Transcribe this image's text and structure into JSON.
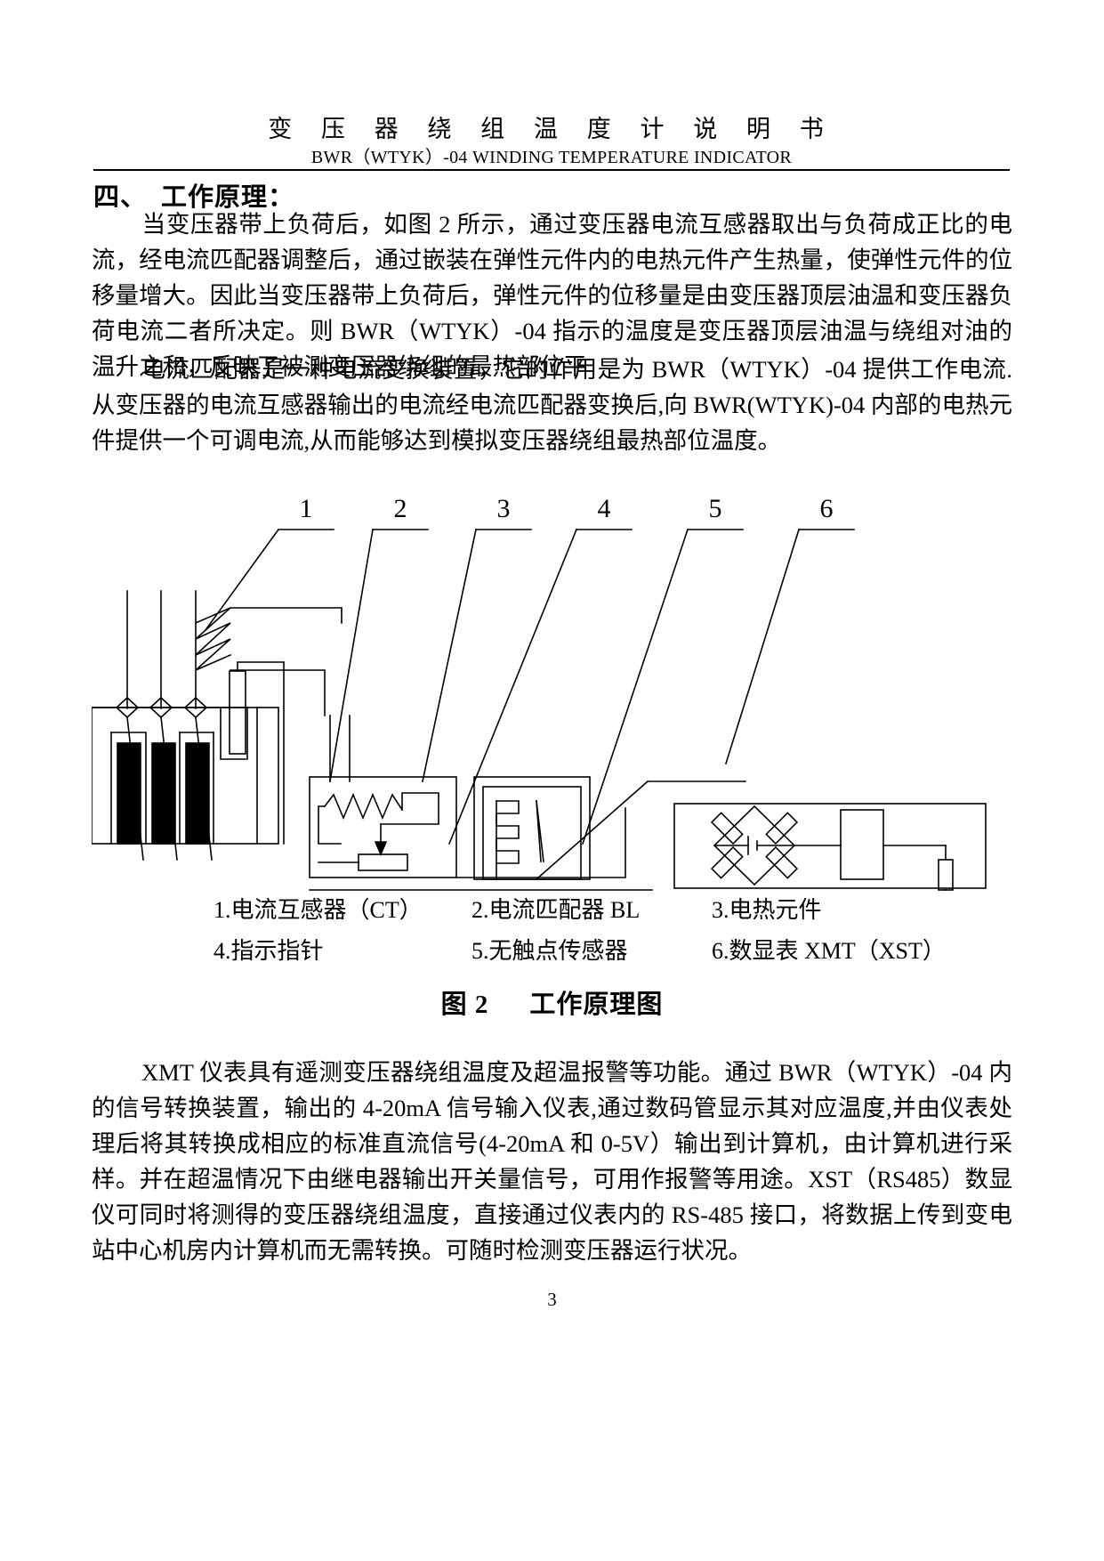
{
  "header": {
    "title_cn": "变 压 器 绕 组 温 度 计 说 明 书",
    "title_en": "BWR（WTYK）-04 WINDING TEMPERATURE INDICATOR"
  },
  "section": {
    "number": "四、",
    "heading": "工作原理："
  },
  "paragraphs": {
    "p1": "当变压器带上负荷后，如图 2 所示，通过变压器电流互感器取出与负荷成正比的电流，经电流匹配器调整后，通过嵌装在弹性元件内的电热元件产生热量，使弹性元件的位移量增大。因此当变压器带上负荷后，弹性元件的位移量是由变压器顶层油温和变压器负荷电流二者所决定。则 BWR（WTYK）-04 指示的温度是变压器顶层油温与绕组对油的温升之和，反映了被测变压器绕组的最热部位平",
    "p2": "电流匹配器是一种电流变换装置，它的作用是为 BWR（WTYK）-04 提供工作电流.从变压器的电流互感器输出的电流经电流匹配器变换后,向 BWR(WTYK)-04 内部的电热元件提供一个可调电流,从而能够达到模拟变压器绕组最热部位温度。",
    "p3": "XMT 仪表具有遥测变压器绕组温度及超温报警等功能。通过 BWR（WTYK）-04 内的信号转换装置，输出的 4-20mA 信号输入仪表,通过数码管显示其对应温度,并由仪表处理后将其转换成相应的标准直流信号(4-20mA 和 0-5V）输出到计算机，由计算机进行采样。并在超温情况下由继电器输出开关量信号，可用作报警等用途。XST（RS485）数显仪可同时将测得的变压器绕组温度，直接通过仪表内的 RS-485 接口，将数据上传到变电站中心机房内计算机而无需转换。可随时检测变压器运行状况。"
  },
  "figure": {
    "callout_numbers": [
      "1",
      "2",
      "3",
      "4",
      "5",
      "6"
    ],
    "caption_label": "图 2",
    "caption_text": "工作原理图"
  },
  "legend": {
    "row1": [
      "1.电流互感器（CT）",
      "2.电流匹配器 BL",
      "3.电热元件"
    ],
    "row2": [
      "4.指示指针",
      "5.无触点传感器",
      "6.数显表 XMT（XST）"
    ]
  },
  "footer": {
    "page_number": "3"
  },
  "colors": {
    "ink": "#000000",
    "paper": "#ffffff"
  }
}
